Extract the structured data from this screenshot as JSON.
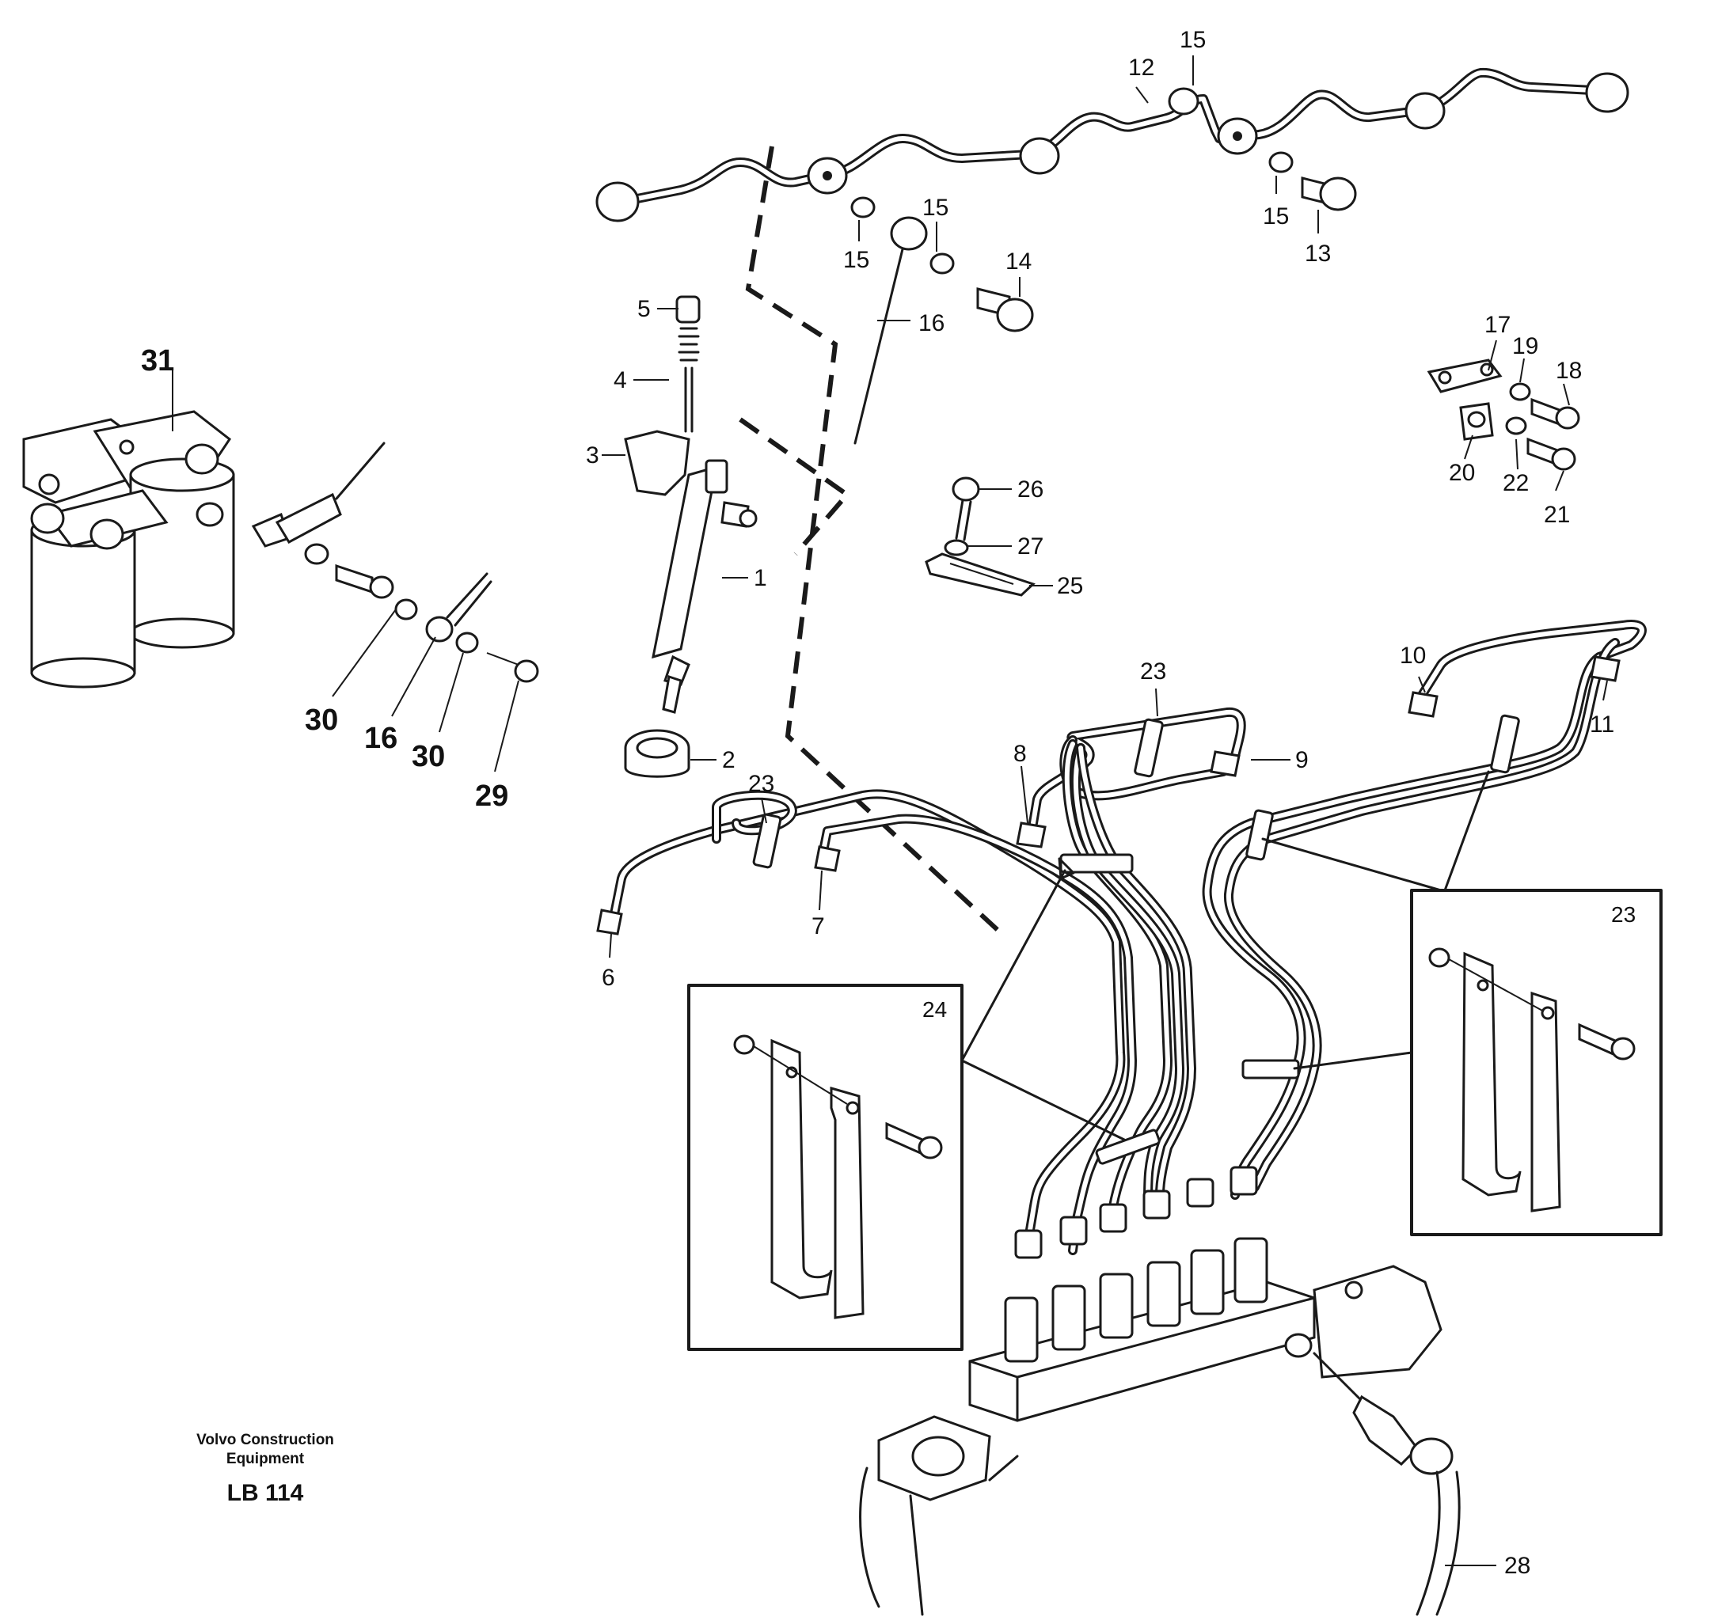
{
  "diagram": {
    "callouts": [
      {
        "id": "c31",
        "text": "31",
        "big": true
      },
      {
        "id": "c15a",
        "text": "15"
      },
      {
        "id": "c12",
        "text": "12"
      },
      {
        "id": "c15b",
        "text": "15"
      },
      {
        "id": "c15c",
        "text": "15"
      },
      {
        "id": "c15d",
        "text": "15"
      },
      {
        "id": "c13",
        "text": "13"
      },
      {
        "id": "c14",
        "text": "14"
      },
      {
        "id": "c16a",
        "text": "16"
      },
      {
        "id": "c5",
        "text": "5"
      },
      {
        "id": "c4",
        "text": "4"
      },
      {
        "id": "c3",
        "text": "3"
      },
      {
        "id": "c1",
        "text": "1"
      },
      {
        "id": "c2",
        "text": "2"
      },
      {
        "id": "c17",
        "text": "17"
      },
      {
        "id": "c19",
        "text": "19"
      },
      {
        "id": "c18",
        "text": "18"
      },
      {
        "id": "c20",
        "text": "20"
      },
      {
        "id": "c22",
        "text": "22"
      },
      {
        "id": "c21",
        "text": "21"
      },
      {
        "id": "c26",
        "text": "26"
      },
      {
        "id": "c27",
        "text": "27"
      },
      {
        "id": "c25",
        "text": "25"
      },
      {
        "id": "c30a",
        "text": "30",
        "big": true
      },
      {
        "id": "c16b",
        "text": "16",
        "big": true
      },
      {
        "id": "c30b",
        "text": "30",
        "big": true
      },
      {
        "id": "c29",
        "text": "29",
        "big": true
      },
      {
        "id": "c23a",
        "text": "23"
      },
      {
        "id": "c10",
        "text": "10"
      },
      {
        "id": "c11",
        "text": "11"
      },
      {
        "id": "c9",
        "text": "9"
      },
      {
        "id": "c8",
        "text": "8"
      },
      {
        "id": "c23b",
        "text": "23"
      },
      {
        "id": "c7",
        "text": "7"
      },
      {
        "id": "c6",
        "text": "6"
      },
      {
        "id": "c28",
        "text": "28"
      }
    ],
    "insets": [
      {
        "id": "inset-24",
        "label": "24"
      },
      {
        "id": "inset-23",
        "label": "23"
      }
    ]
  },
  "footer": {
    "company_line1": "Volvo Construction",
    "company_line2": "Equipment",
    "code": "LB 114"
  }
}
